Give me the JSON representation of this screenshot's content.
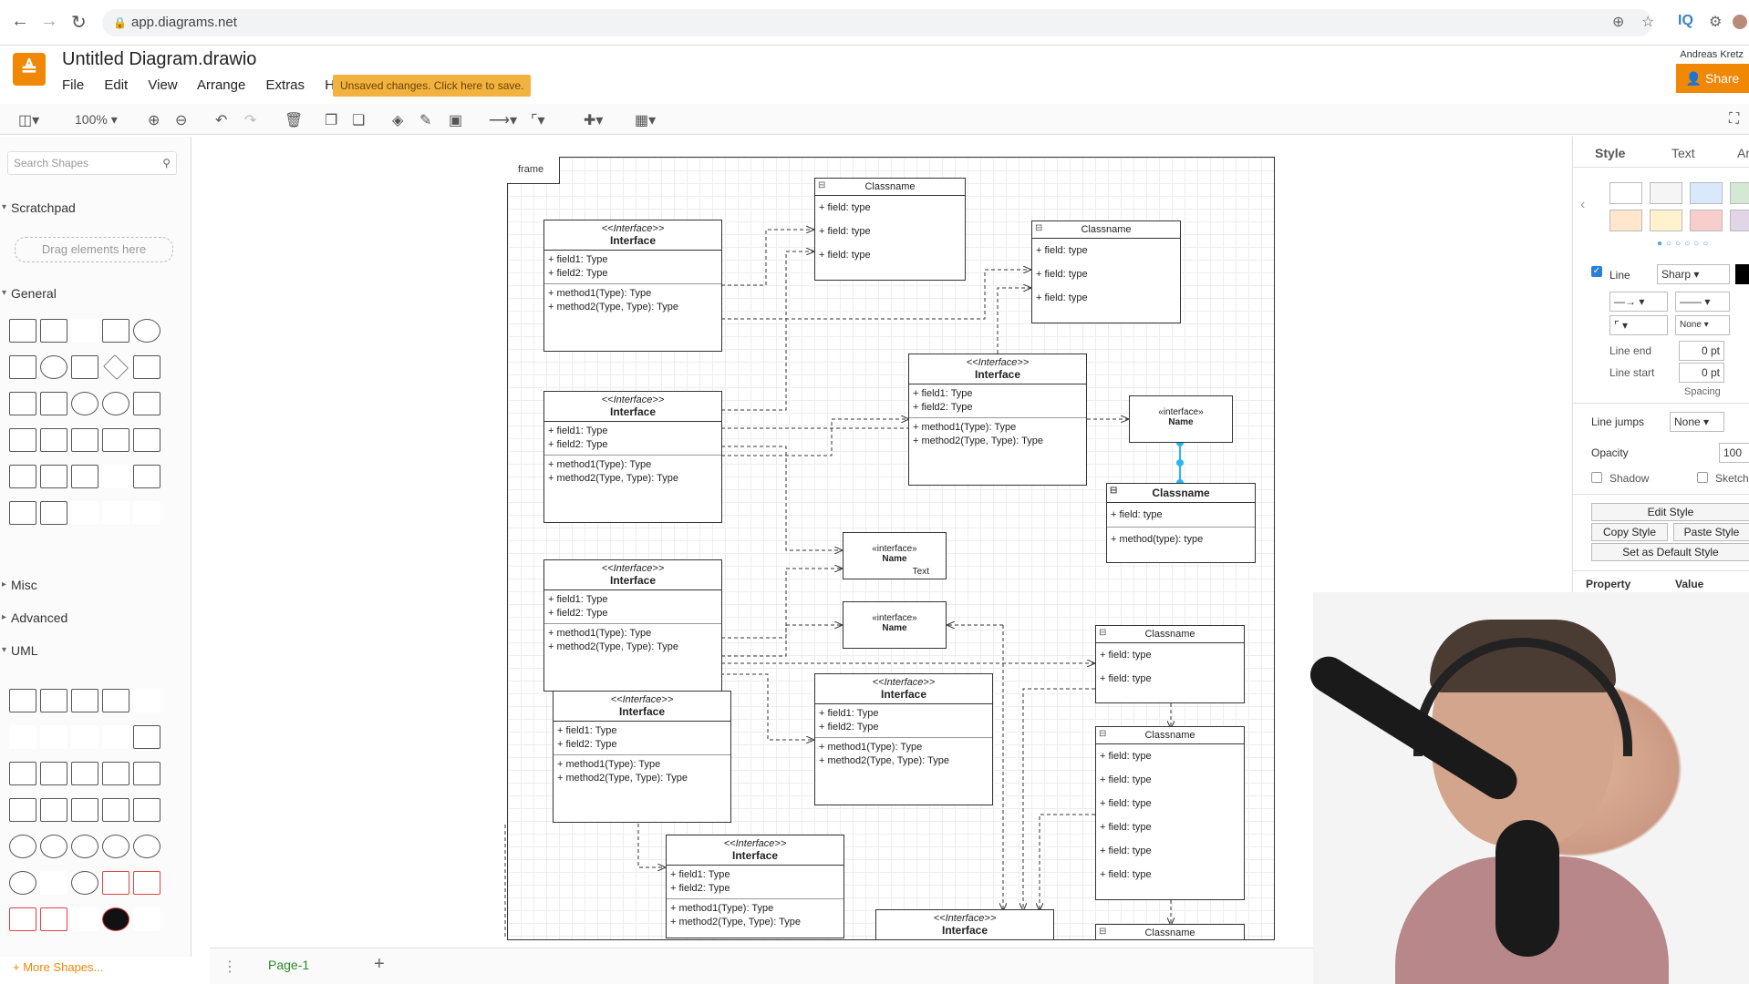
{
  "browser": {
    "url": "app.diagrams.net"
  },
  "app": {
    "title": "Untitled Diagram.drawio",
    "menu": [
      "File",
      "Edit",
      "View",
      "Arrange",
      "Extras",
      "Help"
    ],
    "unsaved_notice": "Unsaved changes. Click here to save.",
    "user": "Andreas Kretz",
    "share": "Share",
    "zoom": "100%"
  },
  "sidebar": {
    "search_placeholder": "Search Shapes",
    "scratchpad": "Scratchpad",
    "drag_hint": "Drag elements here",
    "sections": [
      "General",
      "Misc",
      "Advanced",
      "UML"
    ],
    "more_shapes": "+ More Shapes..."
  },
  "diagram": {
    "frame_label": "frame",
    "interface_stereotype": "<<Interface>>",
    "interface_name": "Interface",
    "small_stereotype": "«interface»",
    "small_name": "Name",
    "class_name": "Classname",
    "field1": "+ field1: Type",
    "field2": "+ field2: Type",
    "method1": "+ method1(Type): Type",
    "method2": "+ method2(Type, Type): Type",
    "field_type": "+ field: type",
    "method_type": "+ method(type): type",
    "text_label": "Text"
  },
  "pages": {
    "current": "Page-1"
  },
  "format_panel": {
    "tabs": [
      "Style",
      "Text",
      "Arrange"
    ],
    "line": "Line",
    "line_style": "Sharp",
    "line_end": "Line end",
    "line_start": "Line start",
    "line_end_val": "0 pt",
    "line_start_val": "0 pt",
    "spacing": "Spacing",
    "line_jumps": "Line jumps",
    "line_jumps_val": "None",
    "opacity": "Opacity",
    "opacity_val": "100",
    "shadow": "Shadow",
    "sketch": "Sketch",
    "edit_style": "Edit Style",
    "copy_style": "Copy Style",
    "paste_style": "Paste Style",
    "set_default": "Set as Default Style",
    "property": "Property",
    "value": "Value",
    "none": "None",
    "swatches": [
      "#ffffff",
      "#f5f5f5",
      "#dae8fc",
      "#d5e8d4",
      "#ffe6cc",
      "#fff2cc",
      "#f8cecc",
      "#e1d5e7"
    ]
  }
}
